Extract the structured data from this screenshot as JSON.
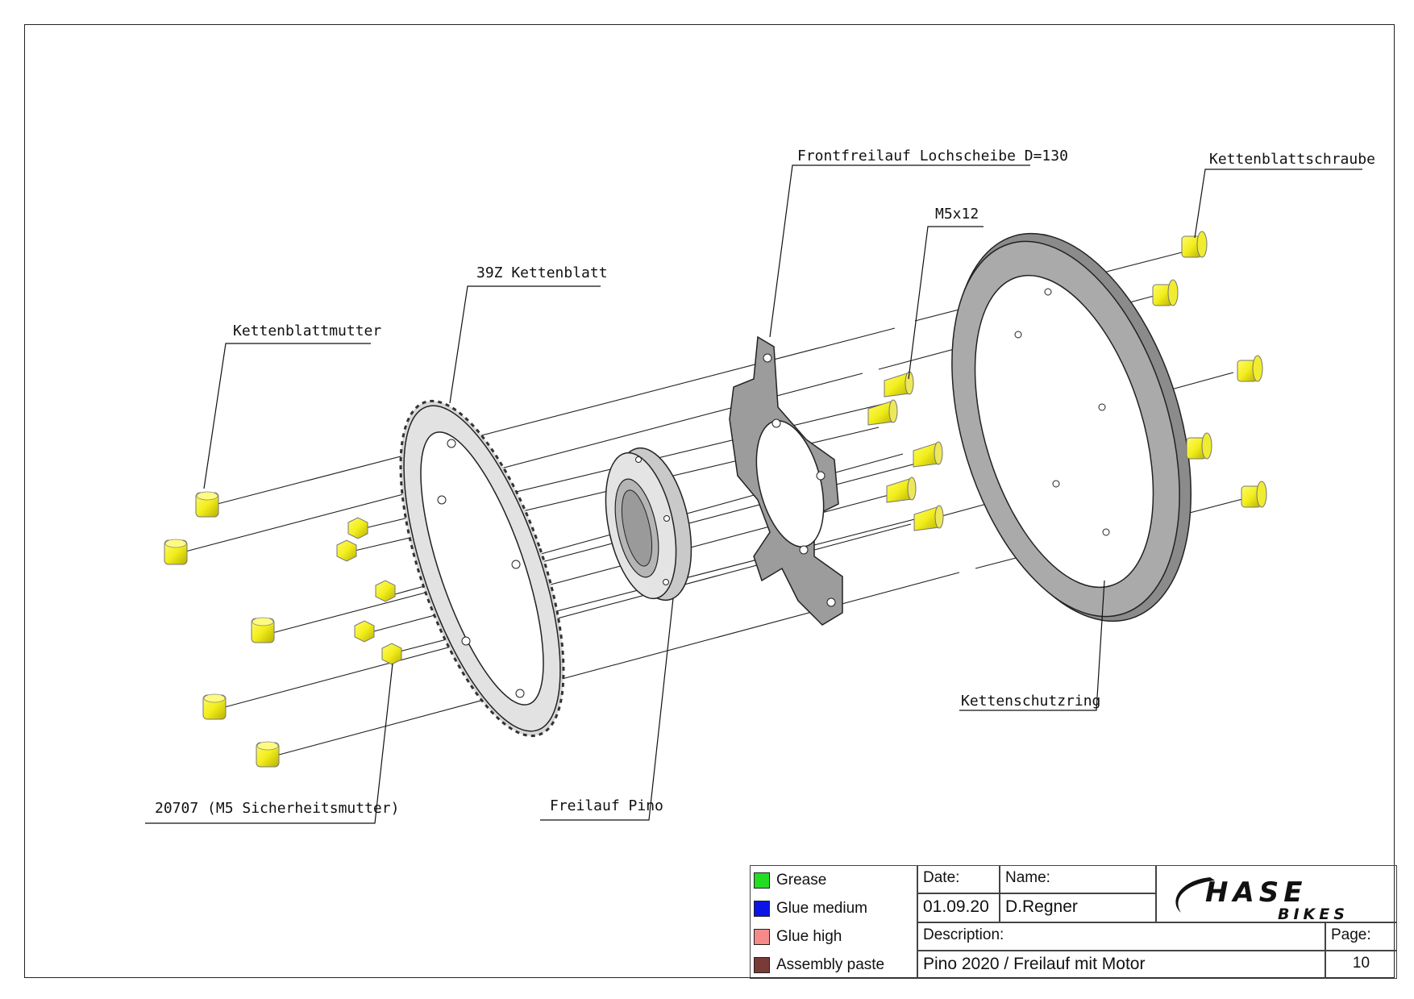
{
  "labels": {
    "frontfreilauf": "Frontfreilauf Lochscheibe D=130",
    "kettenblattschraube": "Kettenblattschraube",
    "m5x12": "M5x12",
    "kettenblatt": "39Z Kettenblatt",
    "kettenblattmutter": "Kettenblattmutter",
    "kettenschutzring": "Kettenschutzring",
    "freilauf_pino": "Freilauf Pino",
    "sicherheitsmutter": "20707 (M5 Sicherheitsmutter)"
  },
  "legend": [
    {
      "label": "Grease",
      "color": "#22dd22"
    },
    {
      "label": "Glue medium",
      "color": "#0a14e6"
    },
    {
      "label": "Glue high",
      "color": "#f58a8a"
    },
    {
      "label": "Assembly paste",
      "color": "#7a3a38"
    }
  ],
  "title_block": {
    "date_label": "Date:",
    "date_value": "01.09.20",
    "name_label": "Name:",
    "name_value": "D.Regner",
    "description_label": "Description:",
    "description_value": "Pino 2020 / Freilauf mit Motor",
    "page_label": "Page:",
    "page_value": "10",
    "logo_main": "HASE",
    "logo_sub": "BIKES"
  },
  "colors": {
    "fastener": "#f2ef1e",
    "chainring": "#d9d9d9",
    "spider": "#9a9a9a",
    "guard_ring": "#a8a8a8",
    "freewheel": "#cfcfcf"
  }
}
